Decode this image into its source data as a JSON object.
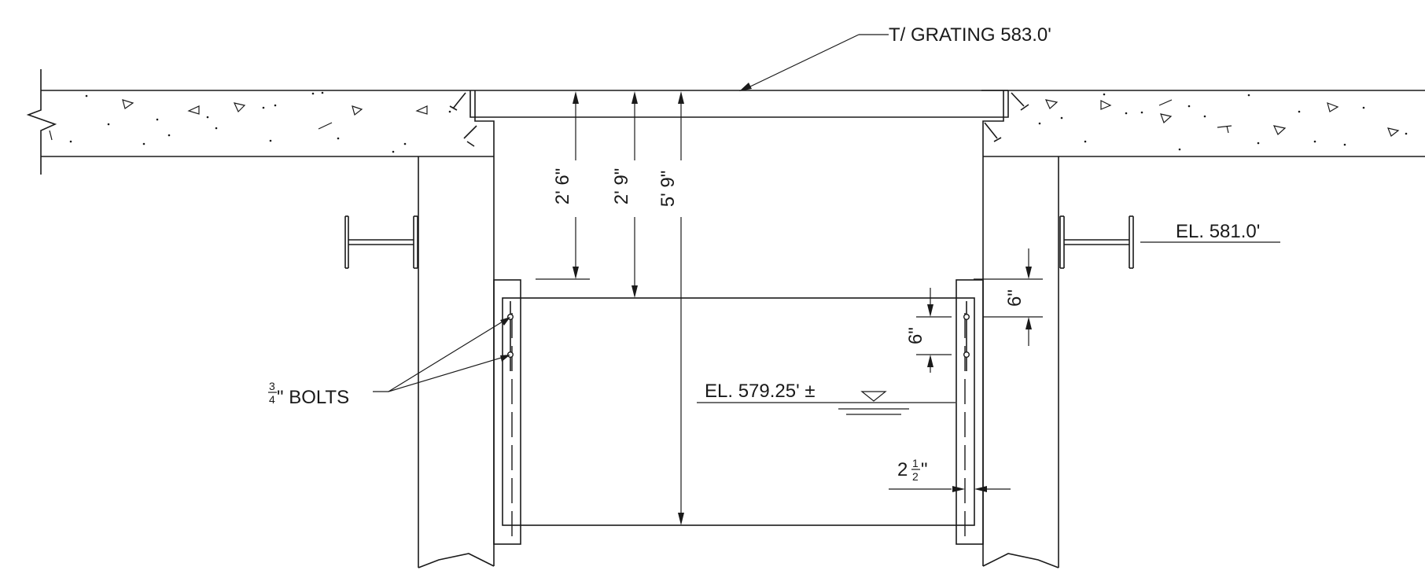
{
  "labels": {
    "grating": "T/  GRATING 583.0'",
    "el_beam": "EL. 581.0'",
    "el_water": "EL. 579.25' ±",
    "bolts_num": "3",
    "bolts_den": "4",
    "bolts_text": "\" BOLTS",
    "half_whole": "2",
    "half_num": "1",
    "half_den": "2",
    "half_mark": "\""
  },
  "dimensions": {
    "d1": "2' 6\"",
    "d2": "2' 9\"",
    "d3": "5' 9\"",
    "bolt_spacing": "6\"",
    "top_offset": "6\""
  }
}
